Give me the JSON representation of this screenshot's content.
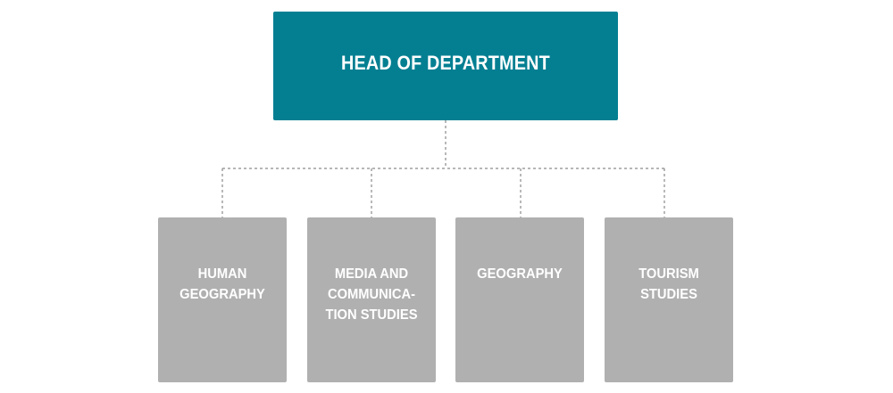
{
  "head": {
    "label": "HEAD OF DEPARTMENT"
  },
  "units": [
    {
      "label": "HUMAN\nGEOGRAPHY"
    },
    {
      "label": "MEDIA AND\nCOMMUNICA-\nTION STUDIES"
    },
    {
      "label": "GEOGRAPHY"
    },
    {
      "label": "TOURISM\nSTUDIES"
    }
  ],
  "colors": {
    "head_fill": "#047f92",
    "unit_fill": "#b1b0b1",
    "connector": "#8a8a8a",
    "label_text": "#ffffff"
  }
}
